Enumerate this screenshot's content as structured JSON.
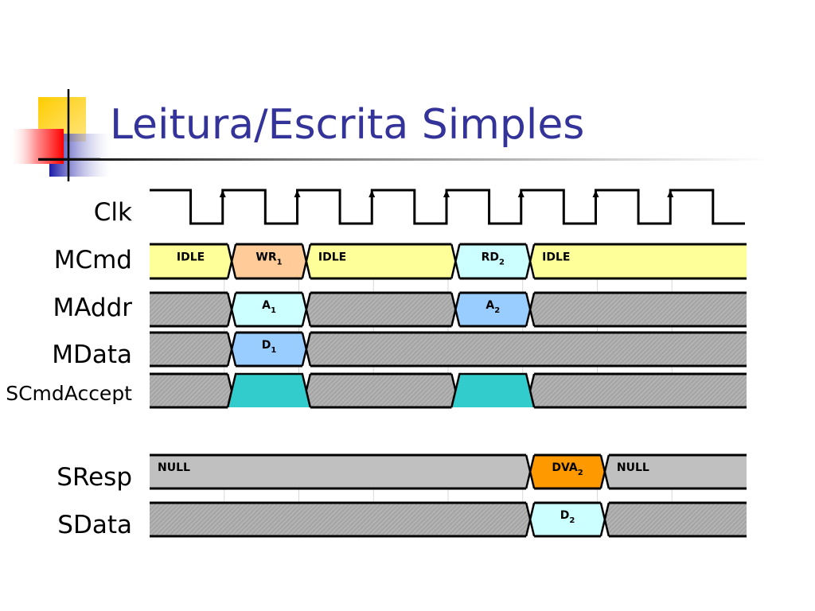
{
  "title": "Leitura/Escrita Simples",
  "signals": [
    {
      "name": "Clk"
    },
    {
      "name": "MCmd"
    },
    {
      "name": "MAddr"
    },
    {
      "name": "MData"
    },
    {
      "name": "SCmdAccept"
    },
    {
      "name": "SResp"
    },
    {
      "name": "SData"
    }
  ],
  "timing": {
    "cycles": 8,
    "bus_rows": [
      {
        "signal": "MCmd",
        "segments": [
          {
            "from": 0,
            "to": 1.1,
            "kind": "value",
            "text": "IDLE",
            "color": "#ffff99"
          },
          {
            "from": 1.1,
            "to": 2.1,
            "kind": "value",
            "text": "WR",
            "sub": "1",
            "color": "#ffcc99"
          },
          {
            "from": 2.1,
            "to": 4.1,
            "kind": "value",
            "text": "IDLE",
            "color": "#ffff99"
          },
          {
            "from": 4.1,
            "to": 5.1,
            "kind": "value",
            "text": "RD",
            "sub": "2",
            "color": "#ccffff"
          },
          {
            "from": 5.1,
            "to": 8,
            "kind": "value",
            "text": "IDLE",
            "color": "#ffff99"
          }
        ]
      },
      {
        "signal": "MAddr",
        "segments": [
          {
            "from": 0,
            "to": 1.1,
            "kind": "hatch"
          },
          {
            "from": 1.1,
            "to": 2.1,
            "kind": "value",
            "text": "A",
            "sub": "1",
            "color": "#ccffff"
          },
          {
            "from": 2.1,
            "to": 4.1,
            "kind": "hatch"
          },
          {
            "from": 4.1,
            "to": 5.1,
            "kind": "value",
            "text": "A",
            "sub": "2",
            "color": "#99ccff"
          },
          {
            "from": 5.1,
            "to": 8,
            "kind": "hatch"
          }
        ]
      },
      {
        "signal": "MData",
        "segments": [
          {
            "from": 0,
            "to": 1.1,
            "kind": "hatch"
          },
          {
            "from": 1.1,
            "to": 2.1,
            "kind": "value",
            "text": "D",
            "sub": "1",
            "color": "#99ccff"
          },
          {
            "from": 2.1,
            "to": 8,
            "kind": "hatch"
          }
        ]
      },
      {
        "signal": "SCmdAccept",
        "segments": [
          {
            "from": 0,
            "to": 1.1,
            "kind": "hatch"
          },
          {
            "from": 1.1,
            "to": 2.1,
            "kind": "high",
            "color": "#33cccc"
          },
          {
            "from": 2.1,
            "to": 4.1,
            "kind": "hatch"
          },
          {
            "from": 4.1,
            "to": 5.1,
            "kind": "high",
            "color": "#33cccc"
          },
          {
            "from": 5.1,
            "to": 8,
            "kind": "hatch"
          }
        ]
      },
      {
        "signal": "SResp",
        "segments": [
          {
            "from": 0,
            "to": 5.1,
            "kind": "value",
            "text": "NULL",
            "color": "#c0c0c0",
            "text_align": "left"
          },
          {
            "from": 5.1,
            "to": 6.1,
            "kind": "value",
            "text": "DVA",
            "sub": "2",
            "color": "#ff9900"
          },
          {
            "from": 6.1,
            "to": 8,
            "kind": "value",
            "text": "NULL",
            "color": "#c0c0c0",
            "text_align": "left"
          }
        ]
      },
      {
        "signal": "SData",
        "segments": [
          {
            "from": 0,
            "to": 5.1,
            "kind": "hatch"
          },
          {
            "from": 5.1,
            "to": 6.1,
            "kind": "value",
            "text": "D",
            "sub": "2",
            "color": "#ccffff"
          },
          {
            "from": 6.1,
            "to": 8,
            "kind": "hatch"
          }
        ]
      }
    ]
  },
  "colors": {
    "title": "#333399",
    "logo_yellow": "#ffcc00",
    "logo_blue": "#3333cc",
    "logo_red": "#ff3333",
    "hatch_fill": "#a6a6a6",
    "hatch_line": "#bdbdbd",
    "grid": "#d8d8d8"
  }
}
